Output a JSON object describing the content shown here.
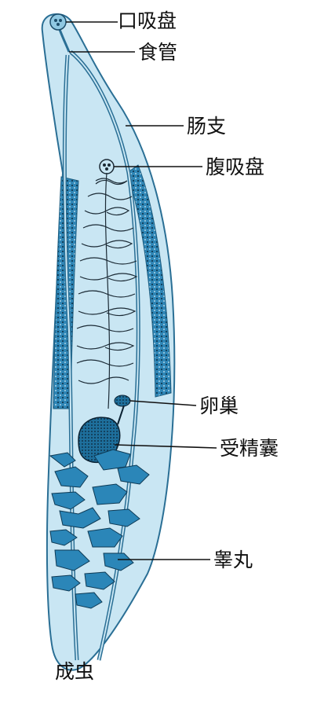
{
  "labels": {
    "oral_sucker": "口吸盘",
    "esophagus": "食管",
    "intestinal_branch": "肠支",
    "ventral_sucker": "腹吸盘",
    "ovary": "卵巢",
    "seminal_receptacle": "受精囊",
    "testis": "睾丸"
  },
  "caption": "成虫",
  "colors": {
    "body_fill": "#c9e6f3",
    "body_outline": "#2a6f95",
    "vitellaria": "#2f86b6",
    "testis": "#2b86b8",
    "uterus_line": "#1b2a35",
    "leader_line": "#111111"
  }
}
